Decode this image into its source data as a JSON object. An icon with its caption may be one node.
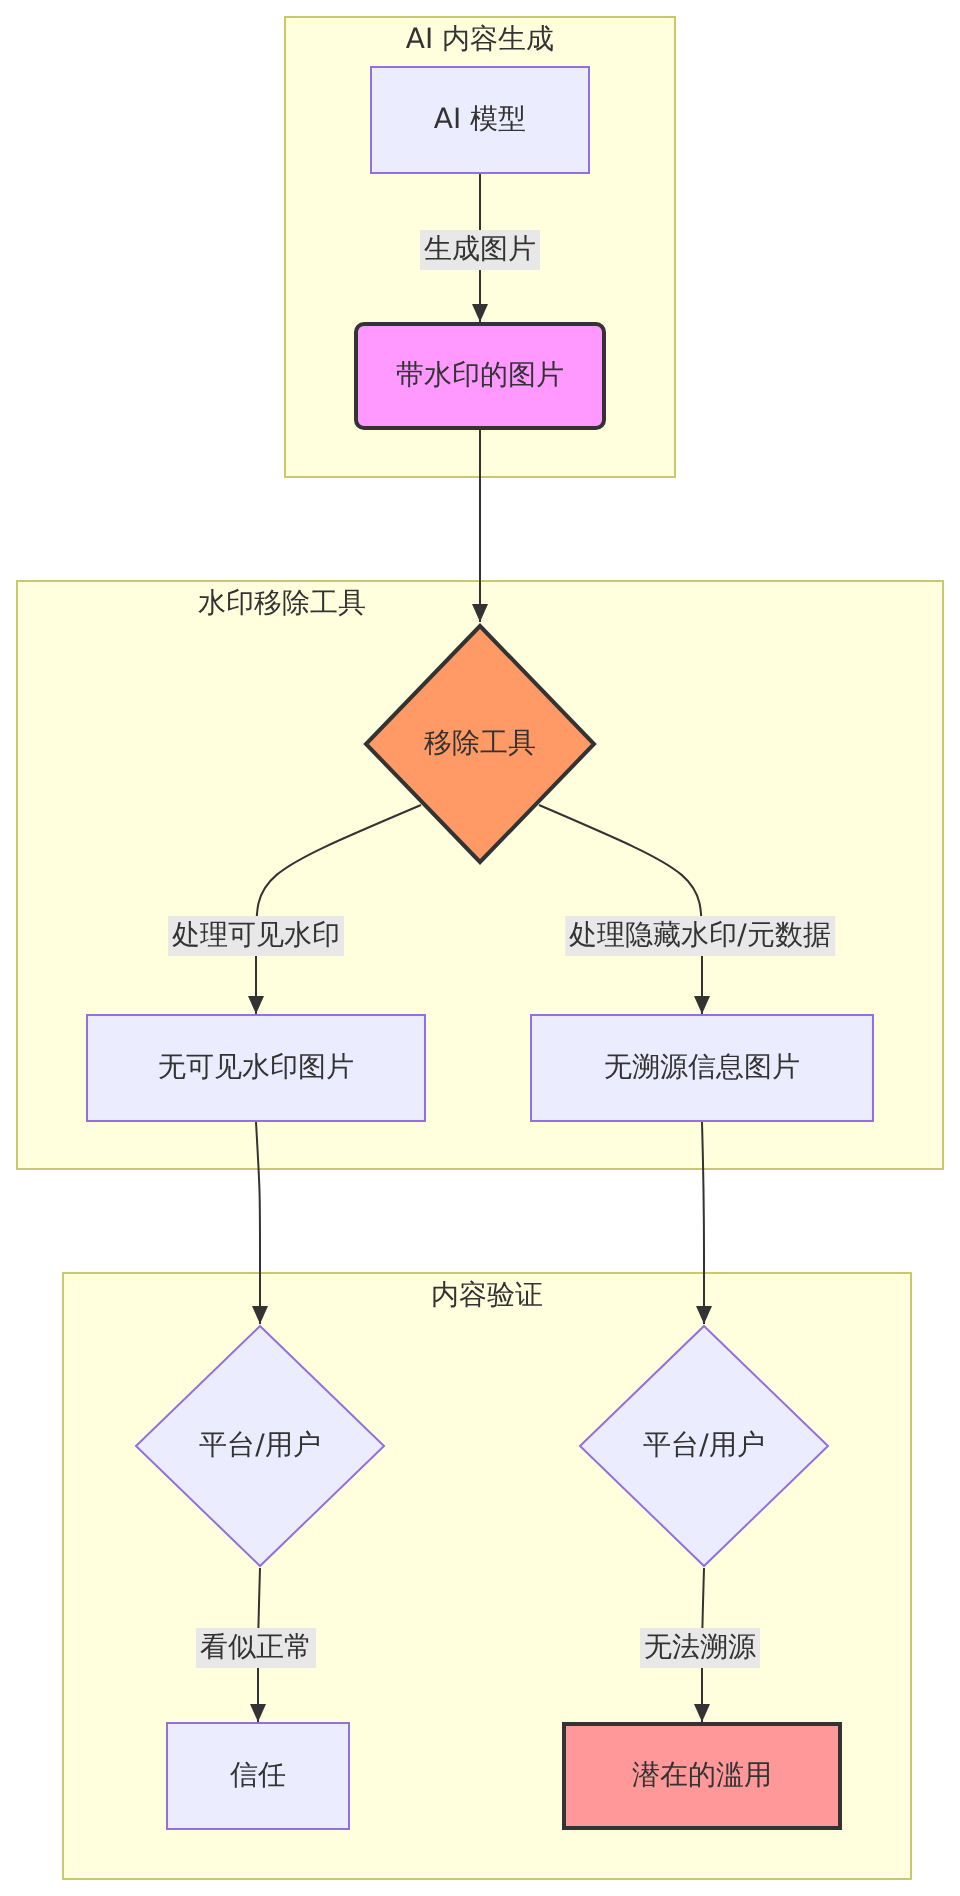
{
  "diagram": {
    "nodes": [
      {
        "text": [
          "AI 内容生成"
        ]
      },
      {
        "text": [
          "AI 模型"
        ],
        "in": 0
      },
      {
        "text": [
          "带水印的图片"
        ],
        "in": 0
      },
      {
        "text": [
          "水印移除工具"
        ]
      },
      {
        "text": [
          "移除工具"
        ],
        "in": 3
      },
      {
        "text": [
          "无可见水印图片"
        ],
        "in": 3
      },
      {
        "text": [
          "无溯源信息图片"
        ],
        "in": 3
      },
      {
        "text": [
          "内容验证"
        ]
      },
      {
        "text": [
          "平台/用户"
        ],
        "in": 7
      },
      {
        "text": [
          "平台/用户"
        ],
        "in": 7
      },
      {
        "text": [
          "信任"
        ],
        "in": 7
      },
      {
        "text": [
          "潜在的滥用"
        ],
        "in": 7
      }
    ],
    "edges": [
      {
        "from": 1,
        "to": 2,
        "arrow": "to",
        "label": "生成图片"
      },
      {
        "from": 2,
        "to": 4,
        "arrow": "to"
      },
      {
        "from": 4,
        "to": 5,
        "arrow": "to",
        "label": "处理可见水印"
      },
      {
        "from": 4,
        "to": 6,
        "arrow": "to",
        "label": "处理隐藏水印/元数据"
      },
      {
        "from": 5,
        "to": 8,
        "arrow": "to"
      },
      {
        "from": 6,
        "to": 9,
        "arrow": "to"
      },
      {
        "from": 8,
        "to": 10,
        "arrow": "to",
        "label": "看似正常"
      },
      {
        "from": 9,
        "to": 11,
        "arrow": "to",
        "label": "无法溯源"
      }
    ]
  }
}
